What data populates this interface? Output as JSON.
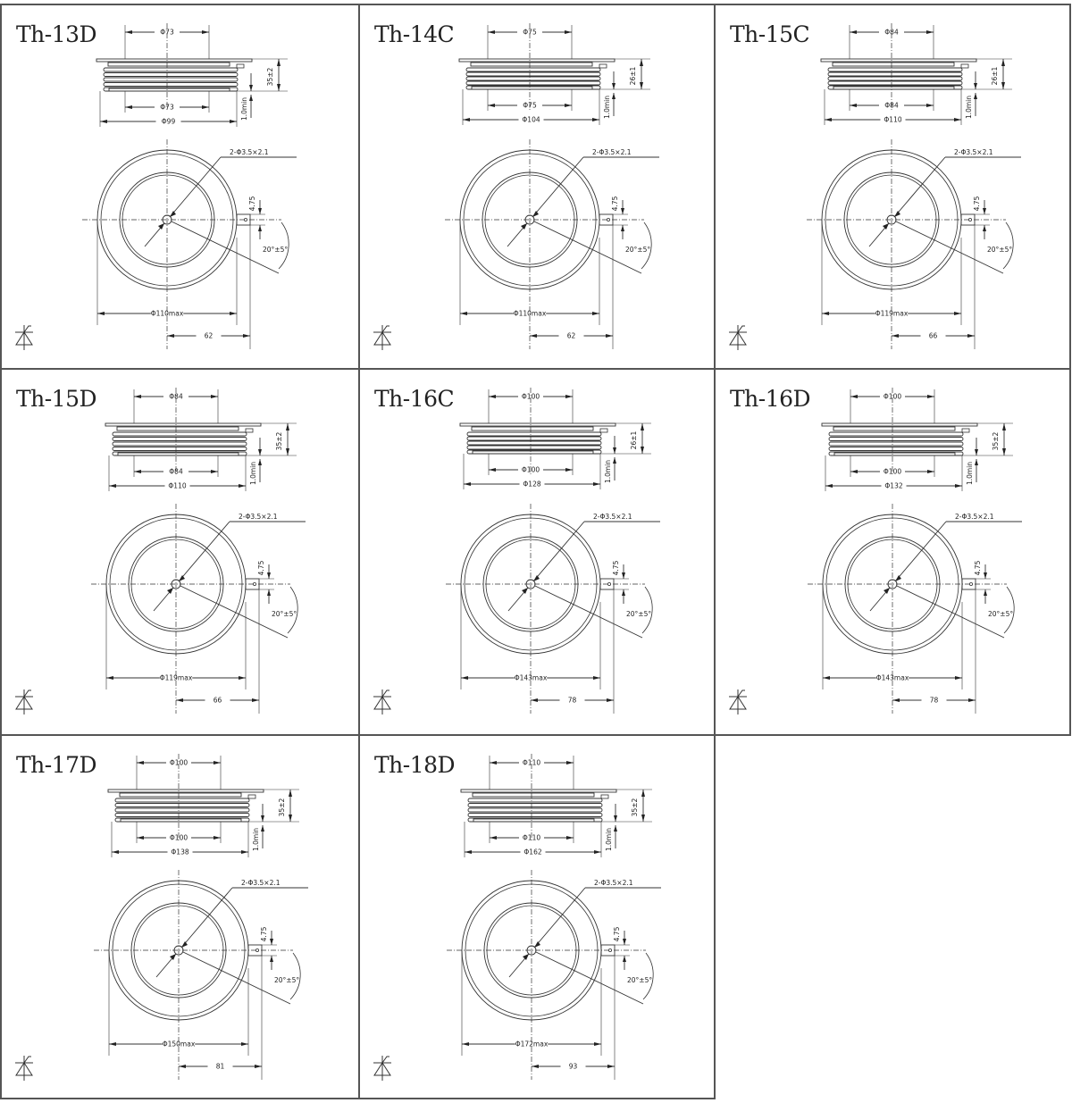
{
  "figure": {
    "common": {
      "hole_label": "2-Φ3.5×2.1",
      "gate_width_label": "4.75",
      "angle_label": "20°±5°",
      "clearance_label": "1.0min",
      "symbol": "thyristor-symbol"
    },
    "panels": [
      {
        "id": "Th-13D",
        "title": "Th-13D",
        "top_dia": "Φ73",
        "bottom_dia": "Φ73",
        "flange_dia": "Φ99",
        "height": "35±2",
        "max_dia": "Φ110max",
        "gate_offset": "62",
        "scale": 1.0
      },
      {
        "id": "Th-14C",
        "title": "Th-14C",
        "top_dia": "Φ75",
        "bottom_dia": "Φ75",
        "flange_dia": "Φ104",
        "height": "26±1",
        "max_dia": "Φ110max",
        "gate_offset": "62",
        "scale": 1.0
      },
      {
        "id": "Th-15C",
        "title": "Th-15C",
        "top_dia": "Φ84",
        "bottom_dia": "Φ84",
        "flange_dia": "Φ110",
        "height": "26±1",
        "max_dia": "Φ119max",
        "gate_offset": "66",
        "scale": 1.0
      },
      {
        "id": "Th-15D",
        "title": "Th-15D",
        "top_dia": "Φ84",
        "bottom_dia": "Φ84",
        "flange_dia": "Φ110",
        "height": "35±2",
        "max_dia": "Φ119max",
        "gate_offset": "66",
        "scale": 1.0
      },
      {
        "id": "Th-16C",
        "title": "Th-16C",
        "top_dia": "Φ100",
        "bottom_dia": "Φ100",
        "flange_dia": "Φ128",
        "height": "26±1",
        "max_dia": "Φ143max",
        "gate_offset": "78",
        "scale": 1.0
      },
      {
        "id": "Th-16D",
        "title": "Th-16D",
        "top_dia": "Φ100",
        "bottom_dia": "Φ100",
        "flange_dia": "Φ132",
        "height": "35±2",
        "max_dia": "Φ143max",
        "gate_offset": "78",
        "scale": 1.0
      },
      {
        "id": "Th-17D",
        "title": "Th-17D",
        "top_dia": "Φ100",
        "bottom_dia": "Φ100",
        "flange_dia": "Φ138",
        "height": "35±2",
        "max_dia": "Φ150max",
        "gate_offset": "81",
        "scale": 1.0
      },
      {
        "id": "Th-18D",
        "title": "Th-18D",
        "top_dia": "Φ110",
        "bottom_dia": "Φ110",
        "flange_dia": "Φ162",
        "height": "35±2",
        "max_dia": "Φ172max",
        "gate_offset": "93",
        "scale": 1.0
      }
    ]
  }
}
